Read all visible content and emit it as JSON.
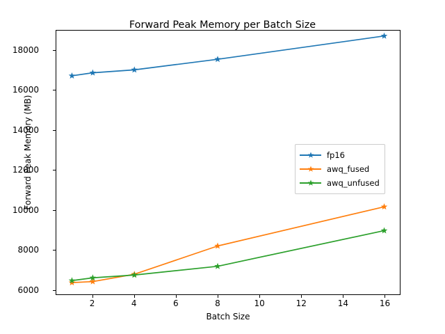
{
  "chart_data": {
    "type": "line",
    "title": "Forward Peak Memory per Batch Size",
    "xlabel": "Batch Size",
    "ylabel": "Forward Peak Memory (MB)",
    "x": [
      1,
      2,
      4,
      8,
      16
    ],
    "xlim": [
      0.25,
      16.75
    ],
    "ylim": [
      5750,
      19000
    ],
    "xticks": [
      2,
      4,
      6,
      8,
      10,
      12,
      14,
      16
    ],
    "yticks": [
      6000,
      8000,
      10000,
      12000,
      14000,
      16000,
      18000
    ],
    "grid": false,
    "legend_position": "center right",
    "marker": "star",
    "series": [
      {
        "name": "fp16",
        "color": "#1f77b4",
        "values": [
          16730,
          16880,
          17030,
          17560,
          18730
        ]
      },
      {
        "name": "awq_fused",
        "color": "#ff7f0e",
        "values": [
          6340,
          6390,
          6760,
          8180,
          10150
        ]
      },
      {
        "name": "awq_unfused",
        "color": "#2ca02c",
        "values": [
          6440,
          6580,
          6720,
          7160,
          8950
        ]
      }
    ]
  },
  "figure": {
    "background": "#ffffff",
    "axes_color": "#000000"
  }
}
